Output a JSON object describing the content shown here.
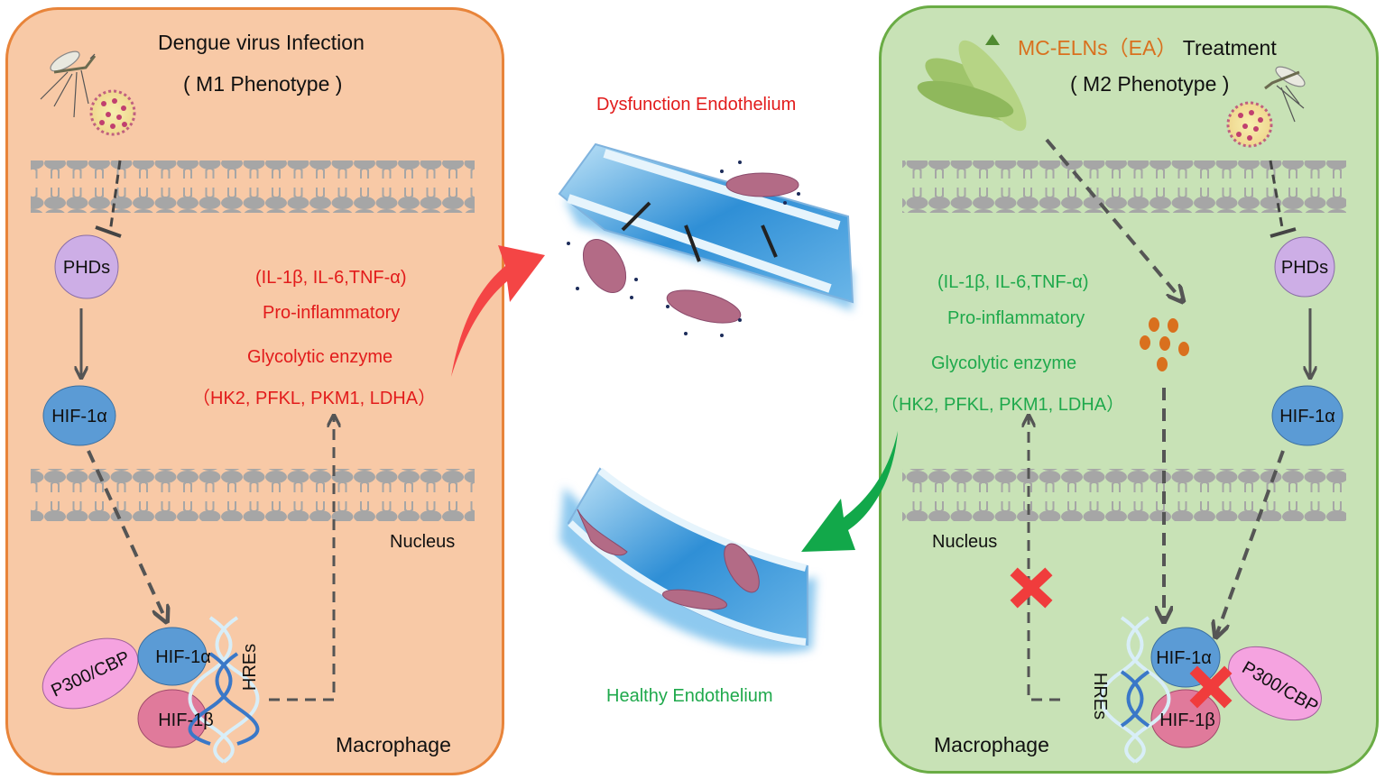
{
  "left": {
    "title": "Dengue virus Infection",
    "phenotype": "( M1 Phenotype )",
    "phds": "PHDs",
    "hif1a": "HIF-1α",
    "cytokines": "(IL-1β, IL-6,TNF-α)",
    "proinflammatory": "Pro-inflammatory",
    "glycolytic": "Glycolytic enzyme",
    "enzymes": "（HK2, PFKL, PKM1, LDHA）",
    "nucleus": "Nucleus",
    "p300": "P300/CBP",
    "complex_hif1a": "HIF-1α",
    "complex_hif1b": "HIF-1β",
    "hres": "HREs",
    "cell": "Macrophage"
  },
  "right": {
    "title_agent": "MC-ELNs（EA）",
    "title_suffix": "Treatment",
    "phenotype": "( M2 Phenotype )",
    "phds": "PHDs",
    "hif1a": "HIF-1α",
    "cytokines": "(IL-1β, IL-6,TNF-α)",
    "proinflammatory": "Pro-inflammatory",
    "glycolytic": "Glycolytic enzyme",
    "enzymes": "（HK2, PFKL, PKM1, LDHA）",
    "nucleus": "Nucleus",
    "p300": "P300/CBP",
    "complex_hif1a": "HIF-1α",
    "complex_hif1b": "HIF-1β",
    "hres": "HREs",
    "cell": "Macrophage"
  },
  "center": {
    "dysfunction_label": "Dysfunction Endothelium",
    "healthy_label": "Healthy Endothelium"
  },
  "colors": {
    "left_bg": "#f8c9a6",
    "left_border": "#e8843a",
    "right_bg": "#c8e2b6",
    "right_border": "#6aac45",
    "up_text": "#e21b1b",
    "down_text": "#1fa94c",
    "phds": "#cdaee6",
    "hif1a": "#5b9bd5",
    "hif1b": "#e07a9b",
    "p300": "#f5a3e0",
    "inhibit_x": "#f03c3c"
  }
}
